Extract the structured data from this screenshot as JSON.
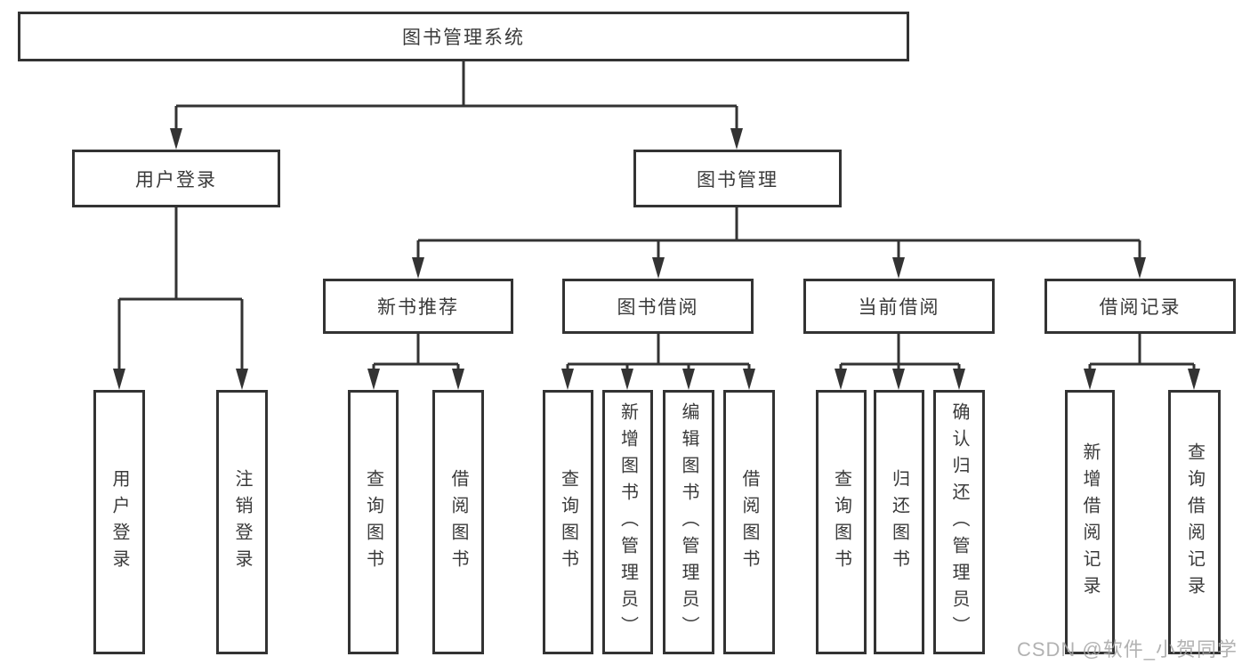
{
  "diagram": {
    "watermark": "CSDN @软件_小贺同学",
    "colors": {
      "line": "#333333",
      "box_border": "#333333",
      "text": "#3a3a3a",
      "watermark": "#a5a5a5",
      "background": "#ffffff"
    },
    "tree": {
      "label": "图书管理系统",
      "children": [
        {
          "label": "用户登录",
          "children": [
            {
              "label": "用户登录"
            },
            {
              "label": "注销登录"
            }
          ]
        },
        {
          "label": "图书管理",
          "children": [
            {
              "label": "新书推荐",
              "children": [
                {
                  "label": "查询图书"
                },
                {
                  "label": "借阅图书"
                }
              ]
            },
            {
              "label": "图书借阅",
              "children": [
                {
                  "label": "查询图书"
                },
                {
                  "label": "新增图书（管理员）"
                },
                {
                  "label": "编辑图书（管理员）"
                },
                {
                  "label": "借阅图书"
                }
              ]
            },
            {
              "label": "当前借阅",
              "children": [
                {
                  "label": "查询图书"
                },
                {
                  "label": "归还图书"
                },
                {
                  "label": "确认归还（管理员）"
                }
              ]
            },
            {
              "label": "借阅记录",
              "children": [
                {
                  "label": "新增借阅记录"
                },
                {
                  "label": "查询借阅记录"
                }
              ]
            }
          ]
        }
      ]
    }
  }
}
